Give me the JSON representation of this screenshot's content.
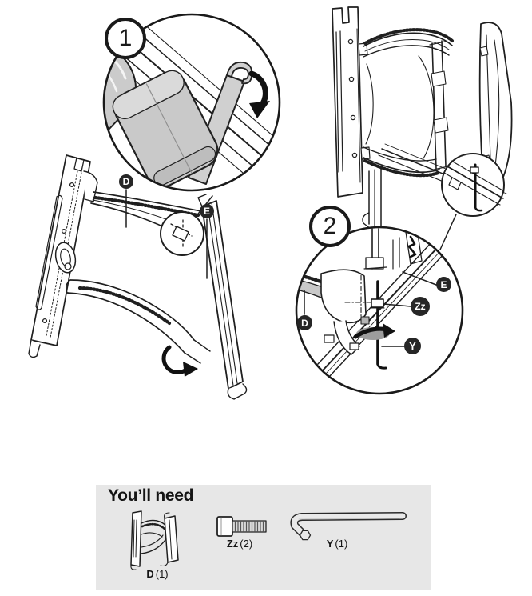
{
  "steps": {
    "one": "1",
    "two": "2"
  },
  "diagram_labels": {
    "d": "D",
    "e": "E"
  },
  "detail_labels": {
    "d": "D",
    "e": "E",
    "zz": "Zz",
    "y": "Y"
  },
  "youll_need": {
    "title": "You’ll need",
    "items": [
      {
        "part": "D",
        "qty": "(1)",
        "icon": "wall-mount-bracket-icon"
      },
      {
        "part": "Zz",
        "qty": "(2)",
        "icon": "hex-socket-screw-icon"
      },
      {
        "part": "Y",
        "qty": "(1)",
        "icon": "allen-key-icon"
      }
    ]
  },
  "colors": {
    "line": "#1f1f1f",
    "badge_background": "#262626",
    "badge_text": "#ffffff",
    "part_gray": "#c9c9c9",
    "panel_background": "#e7e7e7"
  }
}
